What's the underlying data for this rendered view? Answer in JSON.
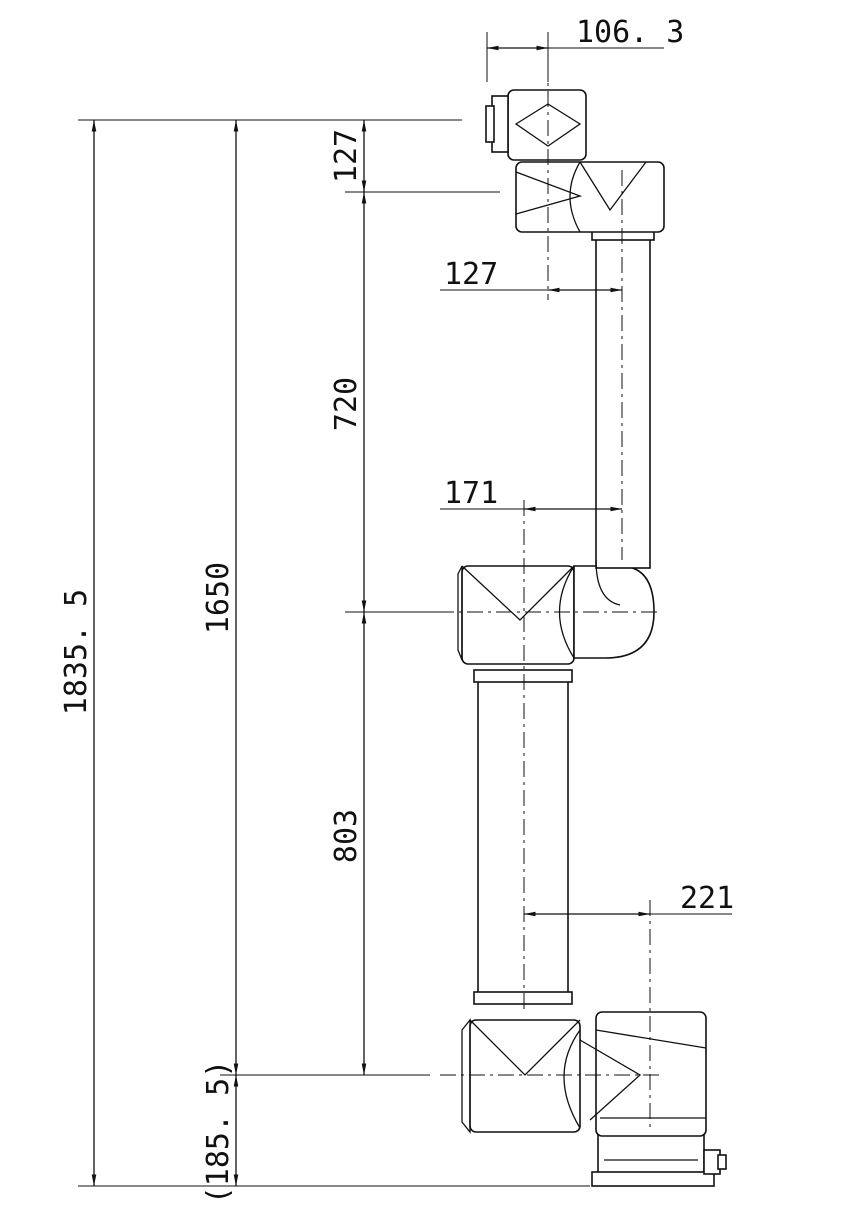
{
  "drawing": {
    "total_height_label": "1835. 5",
    "reach_height_label": "1650",
    "base_height_label": "(185. 5)",
    "upper_arm_label": "803",
    "forearm_label": "720",
    "wrist_height_label": "127",
    "tool_offset_label": "106. 3",
    "wrist_offset_label": "127",
    "elbow_offset_label": "171",
    "shoulder_offset_label": "221"
  }
}
